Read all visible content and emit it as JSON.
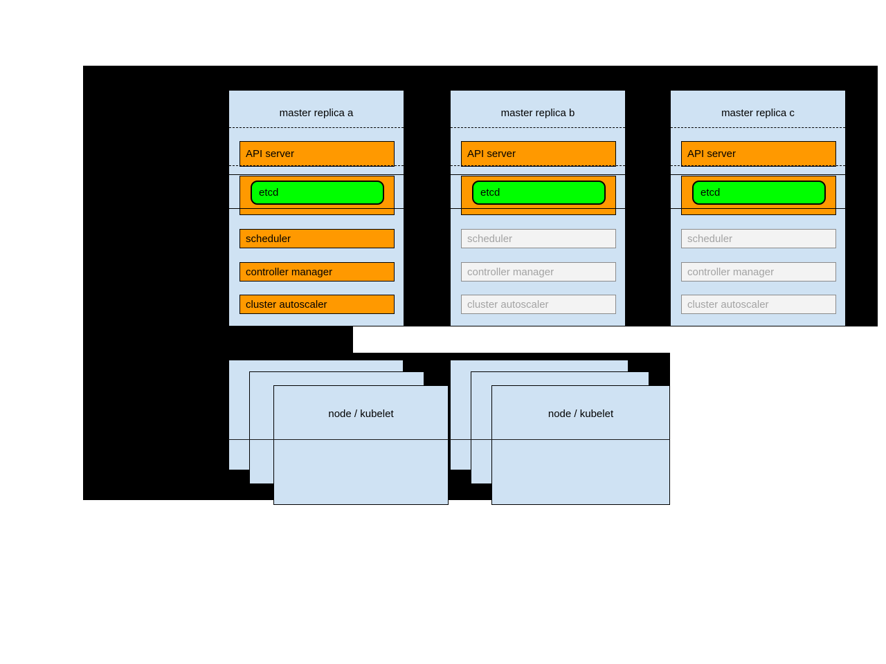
{
  "masters": [
    {
      "title": "master replica a",
      "api_server": "API server",
      "etcd": "etcd",
      "components": [
        {
          "label": "scheduler",
          "state": "active"
        },
        {
          "label": "controller manager",
          "state": "active"
        },
        {
          "label": "cluster autoscaler",
          "state": "active"
        }
      ]
    },
    {
      "title": "master replica b",
      "api_server": "API server",
      "etcd": "etcd",
      "components": [
        {
          "label": "scheduler",
          "state": "inactive"
        },
        {
          "label": "controller manager",
          "state": "inactive"
        },
        {
          "label": "cluster autoscaler",
          "state": "inactive"
        }
      ]
    },
    {
      "title": "master replica c",
      "api_server": "API server",
      "etcd": "etcd",
      "components": [
        {
          "label": "scheduler",
          "state": "inactive"
        },
        {
          "label": "controller manager",
          "state": "inactive"
        },
        {
          "label": "cluster autoscaler",
          "state": "inactive"
        }
      ]
    }
  ],
  "nodes": [
    {
      "label": "node / kubelet"
    },
    {
      "label": "node / kubelet"
    }
  ],
  "colors": {
    "background": "#000000",
    "panel_blue": "#cfe2f3",
    "active_orange": "#ff9900",
    "etcd_green": "#00ff00",
    "inactive_gray_bg": "#f3f3f3",
    "inactive_gray_text": "#a3a3a3"
  }
}
